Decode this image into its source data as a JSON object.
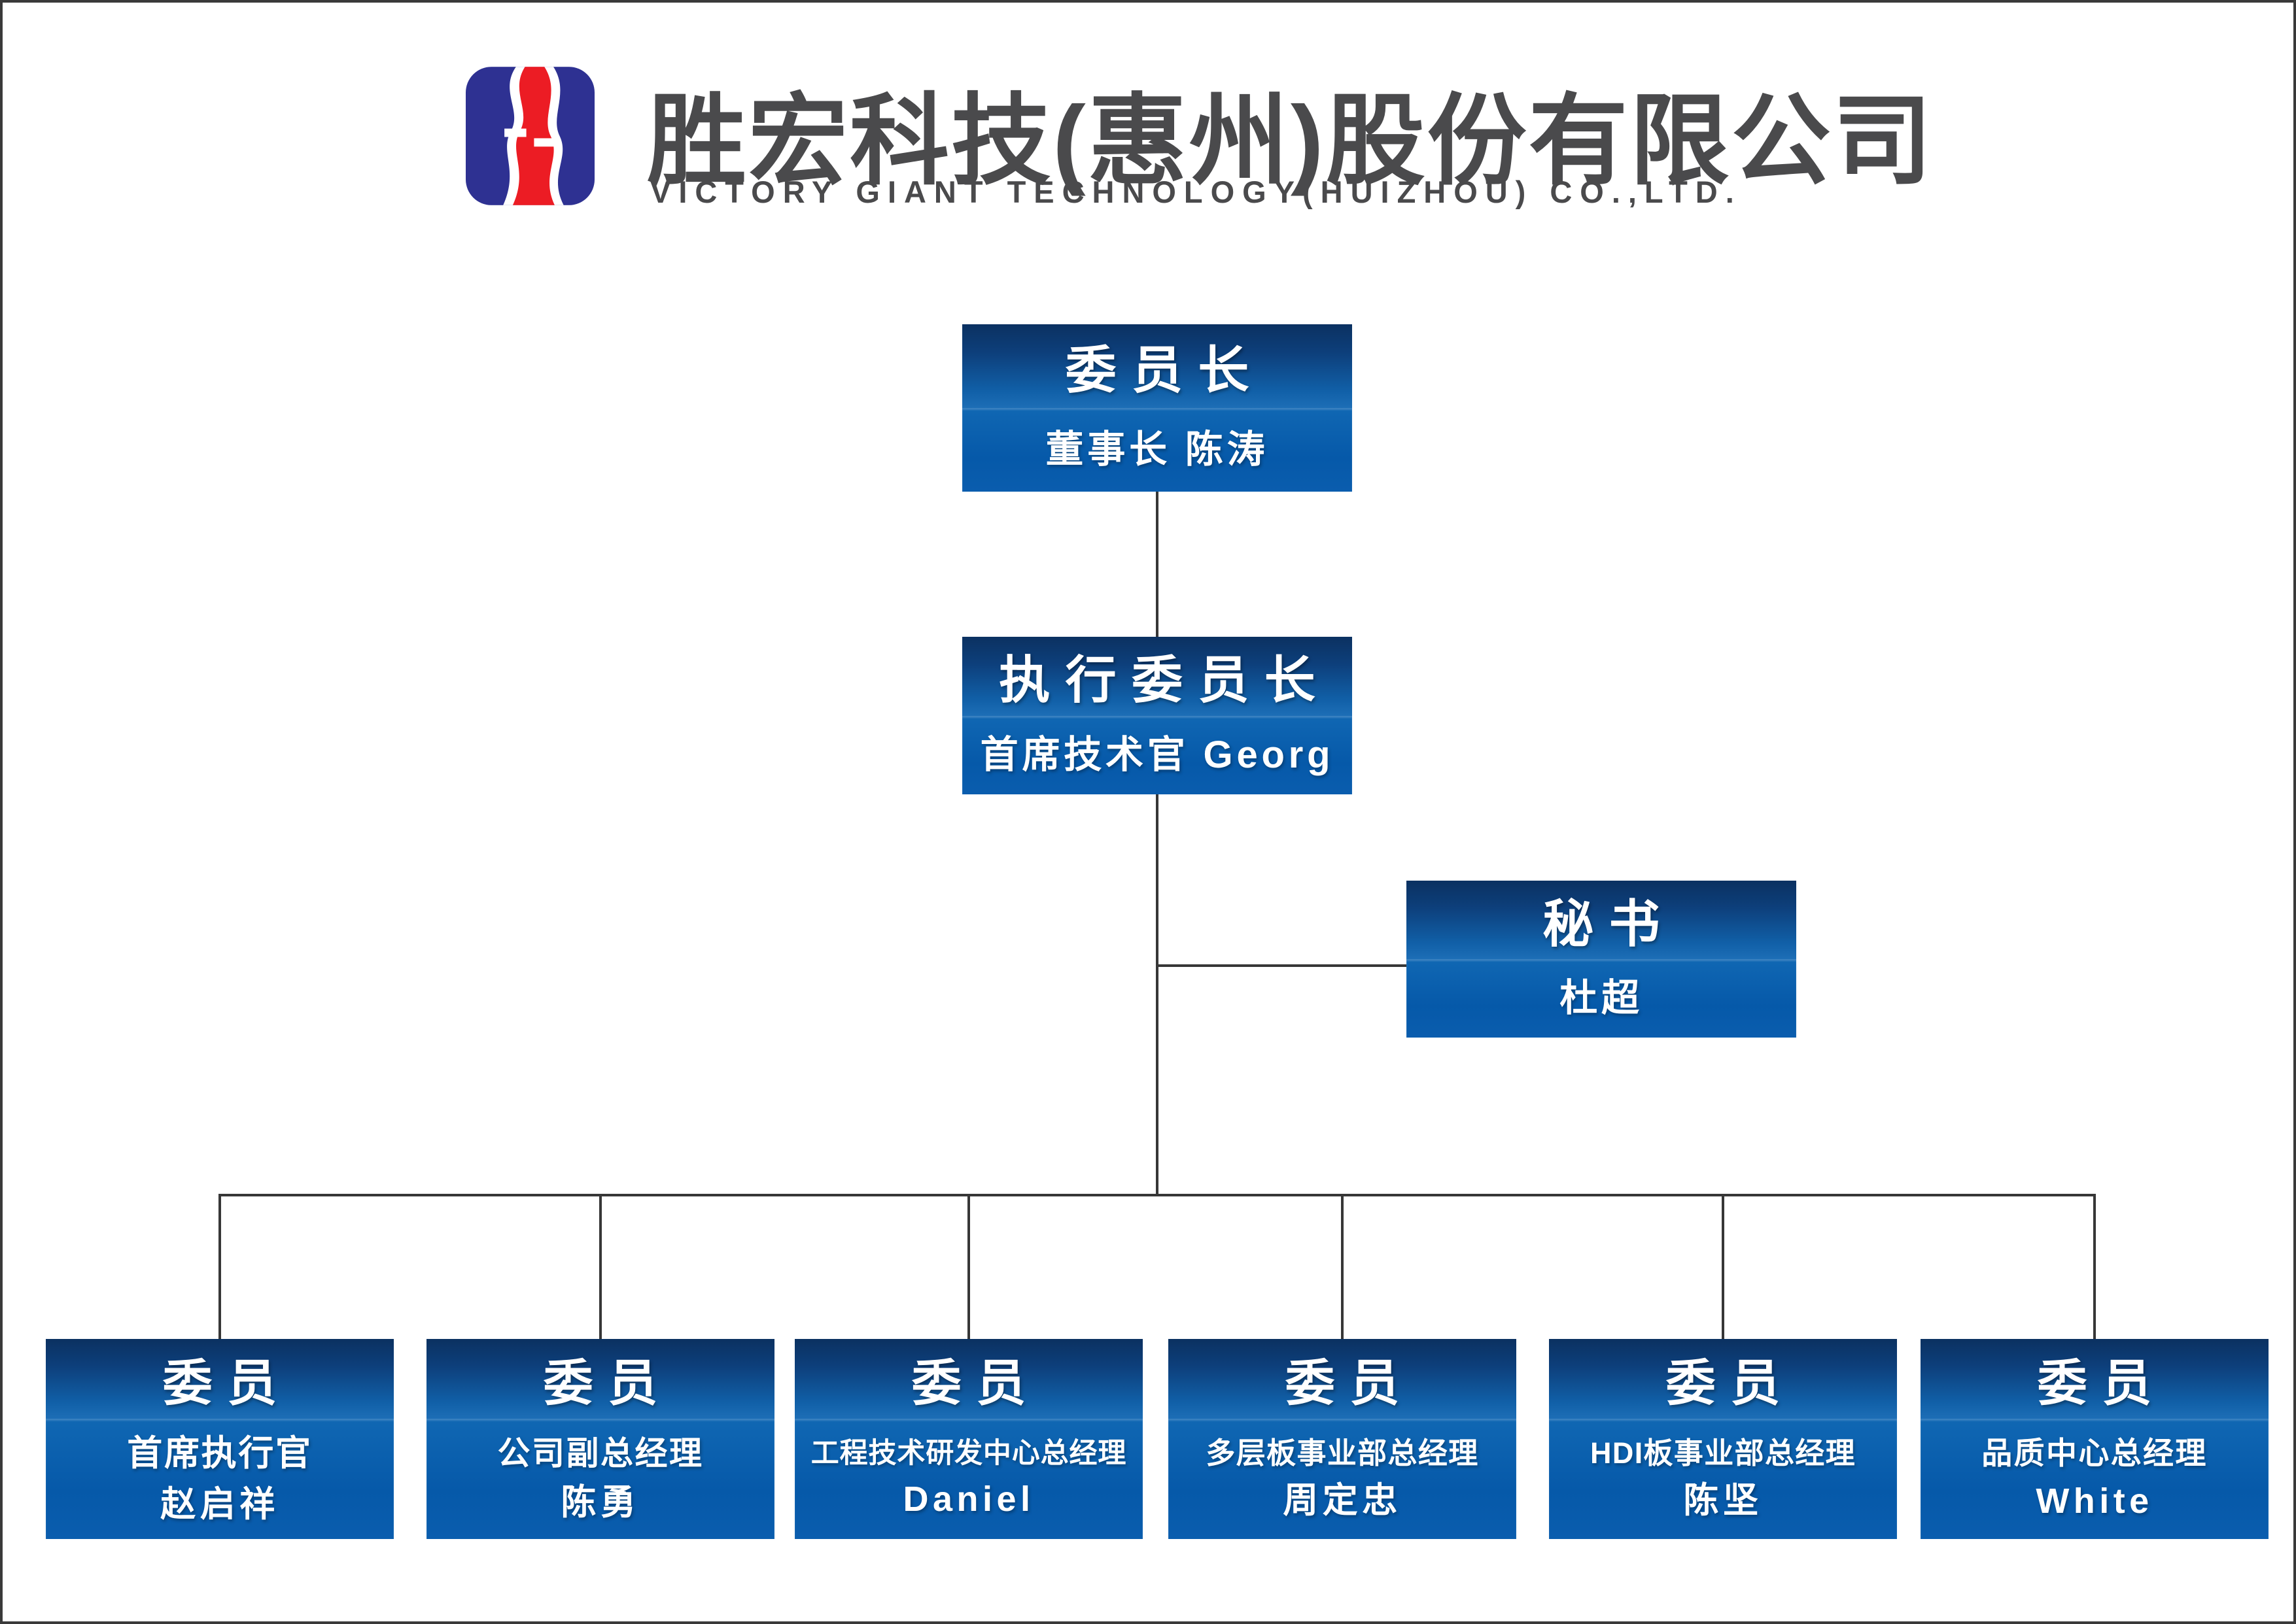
{
  "header": {
    "company_name_zh": "胜宏科技(惠州)股份有限公司",
    "company_name_en": "VICTORY GIANT TECHNOLOGY(HUIZHOU) CO.,LTD.",
    "logo": "victory-giant-logo"
  },
  "org_chart": {
    "chairman": {
      "title": "委员长",
      "subtitle": "董事长 陈涛"
    },
    "executive_chairman": {
      "title": "执行委员长",
      "subtitle": "首席技术官 Georg"
    },
    "secretary": {
      "title": "秘书",
      "subtitle": "杜超"
    },
    "members": [
      {
        "title": "委员",
        "role": "首席执行官",
        "name": "赵启祥"
      },
      {
        "title": "委员",
        "role": "公司副总经理",
        "name": "陈勇"
      },
      {
        "title": "委员",
        "role": "工程技术研发中心总经理",
        "name": "Daniel"
      },
      {
        "title": "委员",
        "role": "多层板事业部总经理",
        "name": "周定忠"
      },
      {
        "title": "委员",
        "role": "HDI板事业部总经理",
        "name": "陈坚"
      },
      {
        "title": "委员",
        "role": "品质中心总经理",
        "name": "White"
      }
    ]
  },
  "colors": {
    "box_gradient_top": "#0b3161",
    "box_gradient_mid": "#1d6eb6",
    "box_bottom_blue": "#0a5dae",
    "logo_blue": "#2e3192",
    "logo_red": "#ec1c24",
    "title_gray": "#4a4a4c",
    "connector_gray": "#373737"
  }
}
